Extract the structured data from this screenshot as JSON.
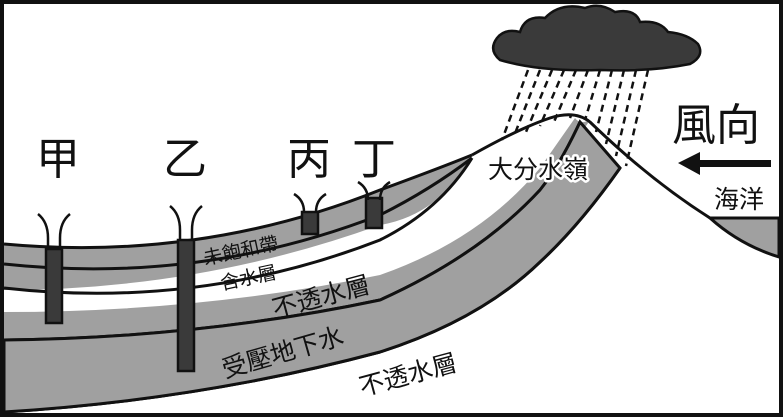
{
  "title": "地下水與地形剖面示意圖",
  "colors": {
    "layer_fill": "#a0a0a0",
    "well_water": "#3a3a3a",
    "cloud": "#3a3a3a",
    "outline": "#111111",
    "background": "#ffffff"
  },
  "wells": [
    {
      "id": "jia",
      "label": "甲"
    },
    {
      "id": "yi",
      "label": "乙"
    },
    {
      "id": "bing",
      "label": "丙"
    },
    {
      "id": "ding",
      "label": "丁"
    }
  ],
  "layers": {
    "unsaturated_zone": "未飽和帶",
    "aquifer": "含水層",
    "impermeable_upper": "不透水層",
    "confined_groundwater": "受壓地下水",
    "impermeable_lower": "不透水層"
  },
  "divide_label": "大分水嶺",
  "wind_label": "風向",
  "wind_direction": "left",
  "ocean_label": "海洋",
  "icons": {
    "cloud": "rain-cloud-icon",
    "arrow": "arrow-left-icon"
  }
}
